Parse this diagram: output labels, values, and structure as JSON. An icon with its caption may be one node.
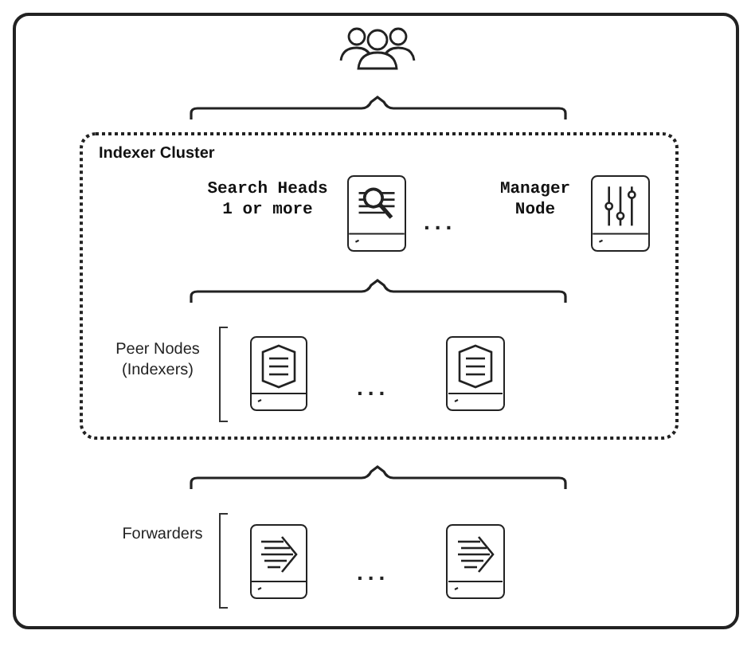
{
  "diagram": {
    "nodes": [
      {
        "text": [],
        "shape": "person"
      },
      {
        "text": [
          "Indexer Cluster"
        ]
      },
      {
        "text": [],
        "shape": "box",
        "in": 1,
        "beside": [
          "Search Heads 1 or more"
        ]
      },
      {
        "text": [],
        "shape": "box",
        "in": 1,
        "beside": [
          "Manager Node"
        ]
      },
      {
        "text": [],
        "shape": "box",
        "in": 1
      },
      {
        "text": [],
        "shape": "box",
        "in": 1
      },
      {
        "text": [],
        "shape": "box"
      },
      {
        "text": [],
        "shape": "box"
      }
    ],
    "labels": [
      "...",
      "Peer Nodes (Indexers)",
      "...",
      "Forwarders",
      "..."
    ]
  }
}
